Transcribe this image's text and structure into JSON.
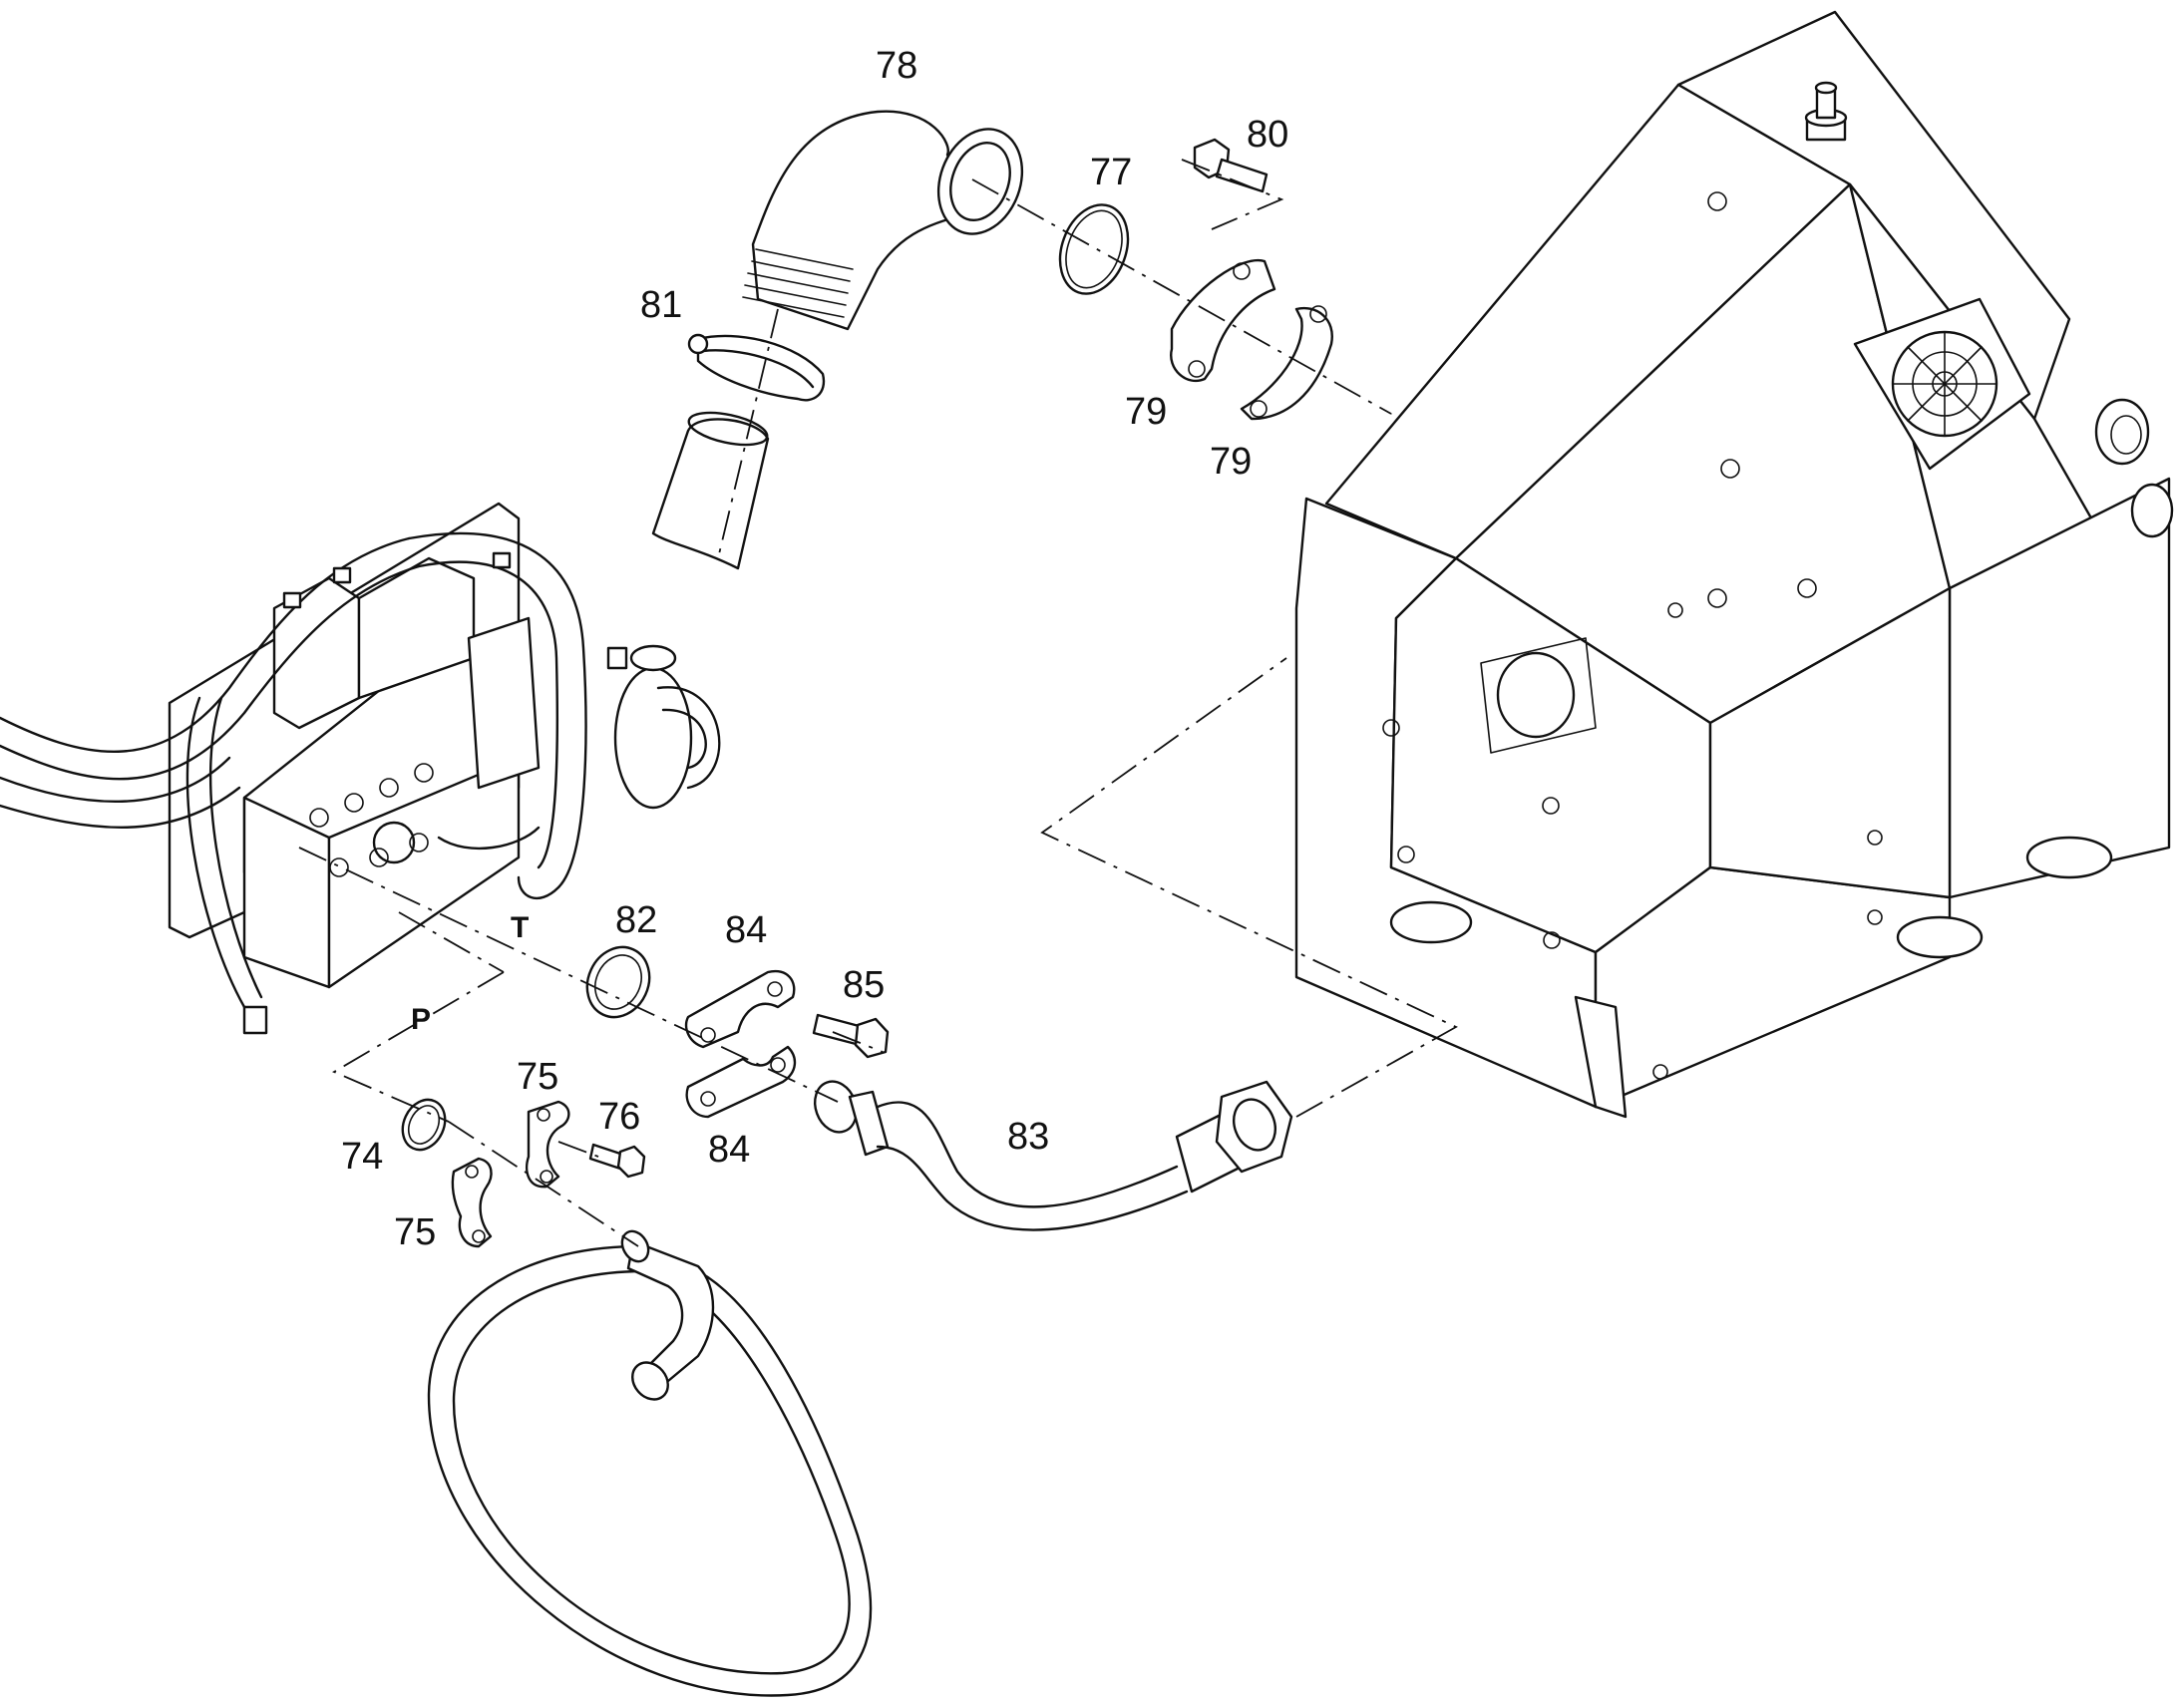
{
  "callouts": {
    "c74": "74",
    "c75a": "75",
    "c75b": "75",
    "c76": "76",
    "c77": "77",
    "c78": "78",
    "c79a": "79",
    "c79b": "79",
    "c80": "80",
    "c81": "81",
    "c82": "82",
    "c83": "83",
    "c84a": "84",
    "c84b": "84",
    "c85": "85"
  },
  "ports": {
    "tank": "T",
    "pressure": "P"
  }
}
